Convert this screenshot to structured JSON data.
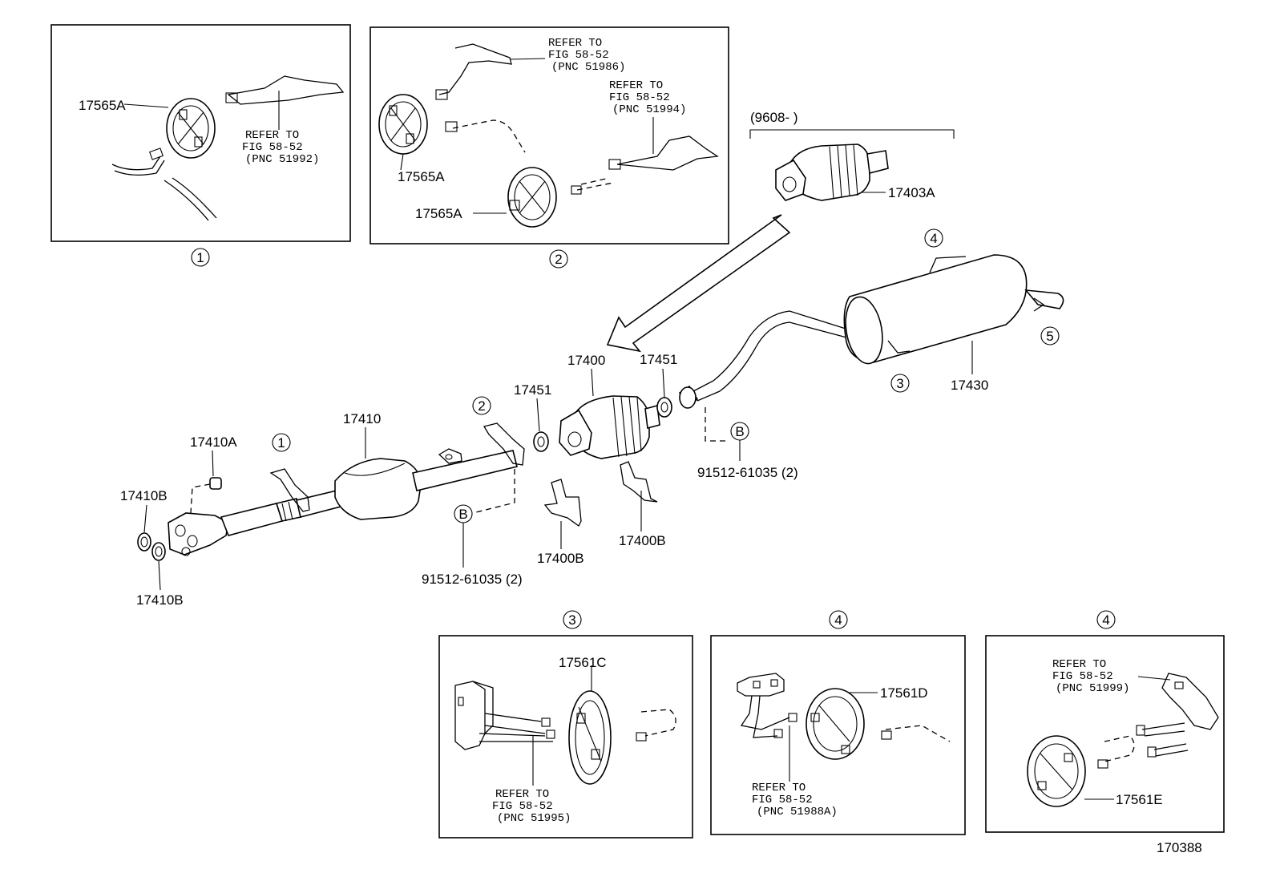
{
  "labels": {
    "p17565a_1": "17565A",
    "p17565a_2a": "17565A",
    "p17565a_2b": "17565A",
    "p17403a": "17403A",
    "date_range": "(9608-        )",
    "p17400": "17400",
    "p17451_a": "17451",
    "p17451_b": "17451",
    "p17430": "17430",
    "p17410": "17410",
    "p17410a": "17410A",
    "p17410b_a": "17410B",
    "p17410b_b": "17410B",
    "p17400b_a": "17400B",
    "p17400b_b": "17400B",
    "bolt_a": "91512-61035 (2)",
    "bolt_b": "91512-61035 (2)",
    "p17561c": "17561C",
    "p17561d": "17561D",
    "p17561e": "17561E",
    "figure_number": "170388"
  },
  "references": {
    "box1": [
      "REFER TO",
      "FIG 58-52",
      "(PNC 51992)"
    ],
    "box2_top": [
      "REFER TO",
      "FIG 58-52",
      "(PNC 51986)"
    ],
    "box2_mid": [
      "REFER TO",
      "FIG 58-52",
      "(PNC 51994)"
    ],
    "box3": [
      "REFER TO",
      "FIG 58-52",
      "(PNC 51995)"
    ],
    "box4": [
      "REFER TO",
      "FIG 58-52",
      "(PNC 51988A)"
    ],
    "box5": [
      "REFER TO",
      "FIG 58-52",
      "(PNC 51999)"
    ]
  },
  "callouts": {
    "c1": "1",
    "c2": "2",
    "c3": "3",
    "c4": "4",
    "c5": "5",
    "cB": "B"
  }
}
